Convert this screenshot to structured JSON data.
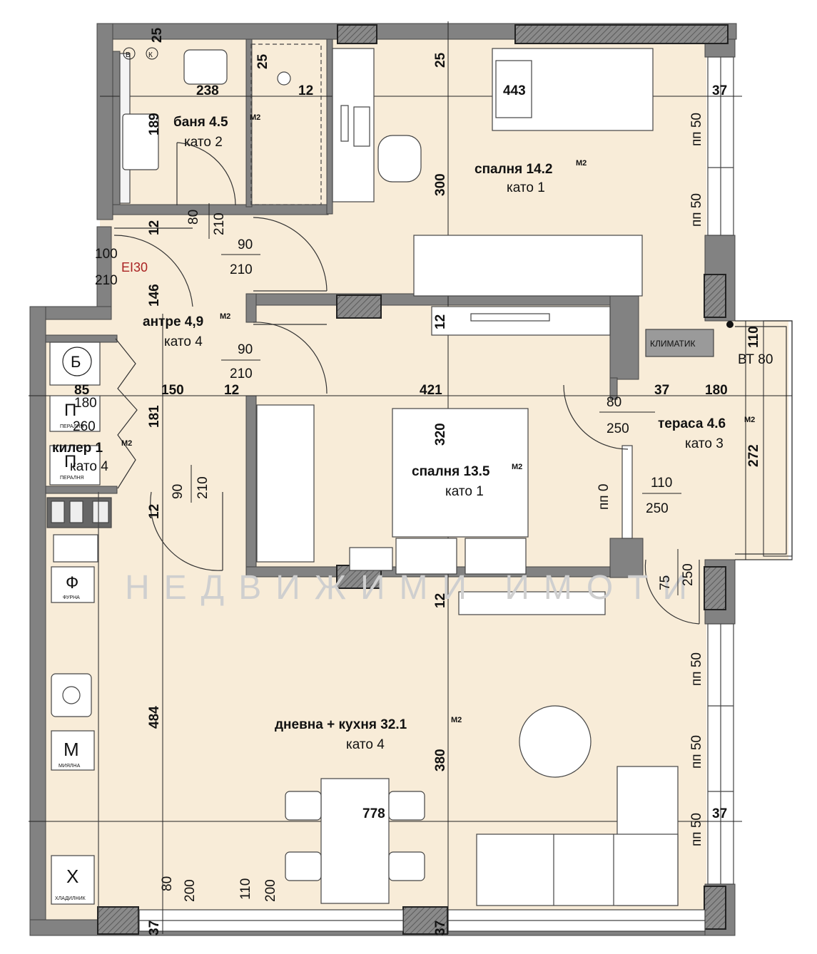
{
  "rooms": {
    "bathroom": {
      "name": "баня 4.5",
      "sup": "М2",
      "finish": "като 2"
    },
    "bedroom1": {
      "name": "спалня 14.2",
      "sup": "М2",
      "finish": "като 1"
    },
    "hall": {
      "name": "антре 4,9",
      "sup": "М2",
      "finish": "като 4"
    },
    "bedroom2": {
      "name": "спалня 13.5",
      "sup": "М2",
      "finish": "като 1"
    },
    "terrace": {
      "name": "тераса 4.6",
      "sup": "М2",
      "finish": "като 3"
    },
    "storage": {
      "name": "килер 1",
      "sup": "М2",
      "finish": "като 4"
    },
    "living": {
      "name": "дневна + кухня 32.1",
      "sup": "М2",
      "finish": "като 4"
    }
  },
  "fixtures": {
    "boiler": "Б",
    "washer": "П",
    "washer_caption": "ПЕРАЛНЯ",
    "oven": "Ф",
    "oven_caption": "ФУРНА",
    "dishwasher": "М",
    "dishwasher_caption": "МИЯЛНА",
    "fridge": "Х",
    "fridge_caption": "ХЛАДИЛНИК",
    "ac": "КЛИМАТИК",
    "vent_b": "В",
    "vent_k": "К",
    "fire_rating": "EI30",
    "vt": "ВТ 80"
  },
  "dimensions": {
    "d238": "238",
    "d12a": "12",
    "d443": "443",
    "d37a": "37",
    "d189": "189",
    "d25a": "25",
    "d25b": "25",
    "d25c": "25",
    "d300": "300",
    "d12b": "12",
    "d12c": "12",
    "d12d": "12",
    "d12e": "12",
    "d12f": "12",
    "d146": "146",
    "d85": "85",
    "d150": "150",
    "d421": "421",
    "d180a": "180",
    "d37b": "37",
    "d180b": "180",
    "d181": "181",
    "d320": "320",
    "d110": "110",
    "d272": "272",
    "d484": "484",
    "d380": "380",
    "d778": "778",
    "d37c": "37",
    "d37d": "37",
    "d37e": "37"
  },
  "openings": {
    "door_bath_w": "80",
    "door_bath_h": "210",
    "door_hall_w": "90",
    "door_hall_h": "210",
    "door_entry_w": "100",
    "door_entry_h": "210",
    "door_bed2_w": "90",
    "door_bed2_h": "210",
    "door_store_w1": "180",
    "door_store_h1": "260",
    "door_kit_w": "90",
    "door_kit_h": "210",
    "door_ter_w": "80",
    "door_ter_h": "250",
    "win_bed2_w": "110",
    "win_bed2_h": "250",
    "door_liv_w": "75",
    "door_liv_h": "250",
    "win_bot1_w": "80",
    "win_bot1_h": "200",
    "win_bot2_w": "110",
    "win_bot2_h": "200",
    "pp50": "пп 50",
    "pp0": "пп 0"
  },
  "watermark": {
    "line1": "НЕДВИЖИМИ ИМОТИ"
  }
}
